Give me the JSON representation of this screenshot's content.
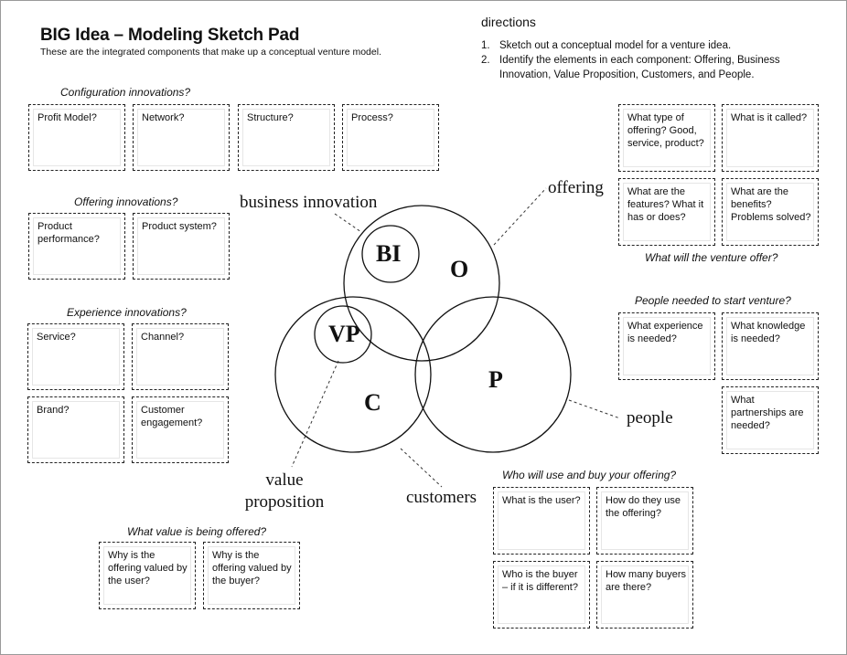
{
  "header": {
    "title": "BIG Idea – Modeling Sketch Pad",
    "subtitle": "These are the integrated components that make up a conceptual venture model."
  },
  "directions": {
    "heading": "directions",
    "items": [
      {
        "num": "1.",
        "text": "Sketch out a conceptual model for a venture idea."
      },
      {
        "num": "2.",
        "text": "Identify the elements in each component: Offering, Business Innovation, Value Proposition, Customers, and People."
      }
    ]
  },
  "sections": {
    "configuration": {
      "title": "Configuration innovations?",
      "boxes": [
        "Profit Model?",
        "Network?",
        "Structure?",
        "Process?"
      ]
    },
    "offering_innov": {
      "title": "Offering innovations?",
      "boxes": [
        "Product performance?",
        "Product system?"
      ]
    },
    "experience": {
      "title": "Experience innovations?",
      "boxes": [
        "Service?",
        "Channel?",
        "Brand?",
        "Customer engagement?"
      ]
    },
    "value": {
      "title": "What value is being offered?",
      "boxes": [
        "Why is the offering valued by the user?",
        "Why is the offering valued by the buyer?"
      ]
    },
    "offering": {
      "caption": "What will the venture offer?",
      "boxes": [
        "What type of offering? Good, service, product?",
        "What is it called?",
        "What are the features? What it has or does?",
        "What are the benefits? Problems solved?"
      ]
    },
    "people": {
      "title": "People needed to start venture?",
      "boxes": [
        "What experience is needed?",
        "What knowledge is needed?",
        "What partnerships are needed?"
      ]
    },
    "customers": {
      "title": "Who will use and buy your offering?",
      "boxes": [
        "What is the user?",
        "How do they use the offering?",
        "Who is the buyer – if it is different?",
        "How many buyers are there?"
      ]
    }
  },
  "diagram": {
    "labels": {
      "business_innovation": "business innovation",
      "offering": "offering",
      "people": "people",
      "customers": "customers",
      "value_proposition": "value proposition"
    },
    "letters": {
      "bi": "BI",
      "o": "O",
      "vp": "VP",
      "c": "C",
      "p": "P"
    }
  }
}
